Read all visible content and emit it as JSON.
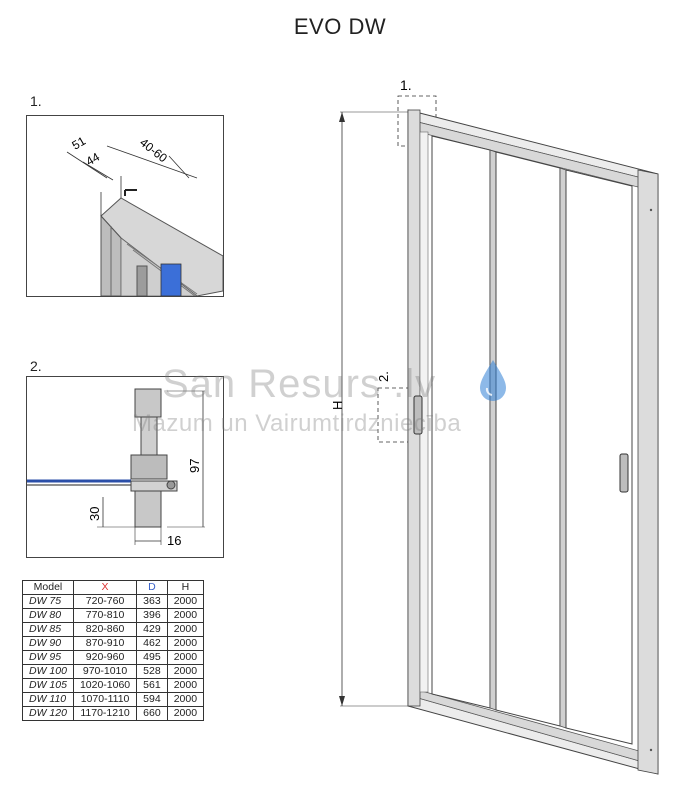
{
  "title": "EVO DW",
  "detail1": {
    "label": "1.",
    "dim_a": "51",
    "dim_b": "44",
    "dim_c": "40-60"
  },
  "detail2": {
    "label": "2.",
    "dim_height": "97",
    "dim_bottom": "30",
    "dim_width": "16"
  },
  "main": {
    "callout1": "1.",
    "callout2": "2.",
    "height_label": "H"
  },
  "table": {
    "headers": [
      "Model",
      "X",
      "D",
      "H"
    ],
    "rows": [
      [
        "DW 75",
        "720-760",
        "363",
        "2000"
      ],
      [
        "DW 80",
        "770-810",
        "396",
        "2000"
      ],
      [
        "DW 85",
        "820-860",
        "429",
        "2000"
      ],
      [
        "DW 90",
        "870-910",
        "462",
        "2000"
      ],
      [
        "DW 95",
        "920-960",
        "495",
        "2000"
      ],
      [
        "DW 100",
        "970-1010",
        "528",
        "2000"
      ],
      [
        "DW 105",
        "1020-1060",
        "561",
        "2000"
      ],
      [
        "DW 110",
        "1070-1110",
        "594",
        "2000"
      ],
      [
        "DW 120",
        "1170-1210",
        "660",
        "2000"
      ]
    ]
  },
  "watermark": {
    "name": "San Resurs .lv",
    "tagline": "Mazum un Vairumtirdzniecība"
  },
  "colors": {
    "x_header": "#d33333",
    "d_header": "#3a62c9",
    "glass_blue": "#3b6fd8",
    "watermark_drop": "#2f7fd6"
  }
}
